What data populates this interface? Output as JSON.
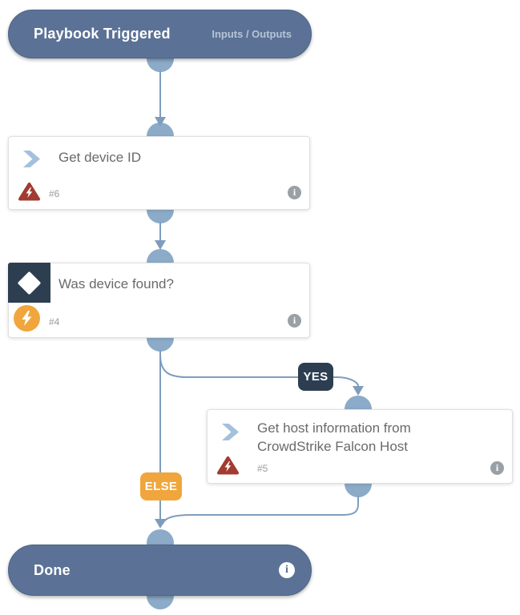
{
  "colors": {
    "pill": "#5b7296",
    "connector": "#8cabc8",
    "line": "#7e9dbe",
    "navy": "#2d3e50",
    "orange": "#f0a63c",
    "red": "#a23b30",
    "chevron_blue": "#a4c0dc"
  },
  "start_node": {
    "title": "Playbook Triggered",
    "io_label": "Inputs / Outputs"
  },
  "nodes": {
    "get_device_id": {
      "title": "Get device ID",
      "ref": "#6"
    },
    "was_device_found": {
      "title": "Was device found?",
      "ref": "#4"
    },
    "get_host_info": {
      "title_line1": "Get host information from",
      "title_line2": "CrowdStrike Falcon Host",
      "ref": "#5"
    }
  },
  "badges": {
    "yes": "YES",
    "else": "ELSE"
  },
  "end_node": {
    "title": "Done"
  },
  "icons": {
    "info_glyph": "i"
  }
}
